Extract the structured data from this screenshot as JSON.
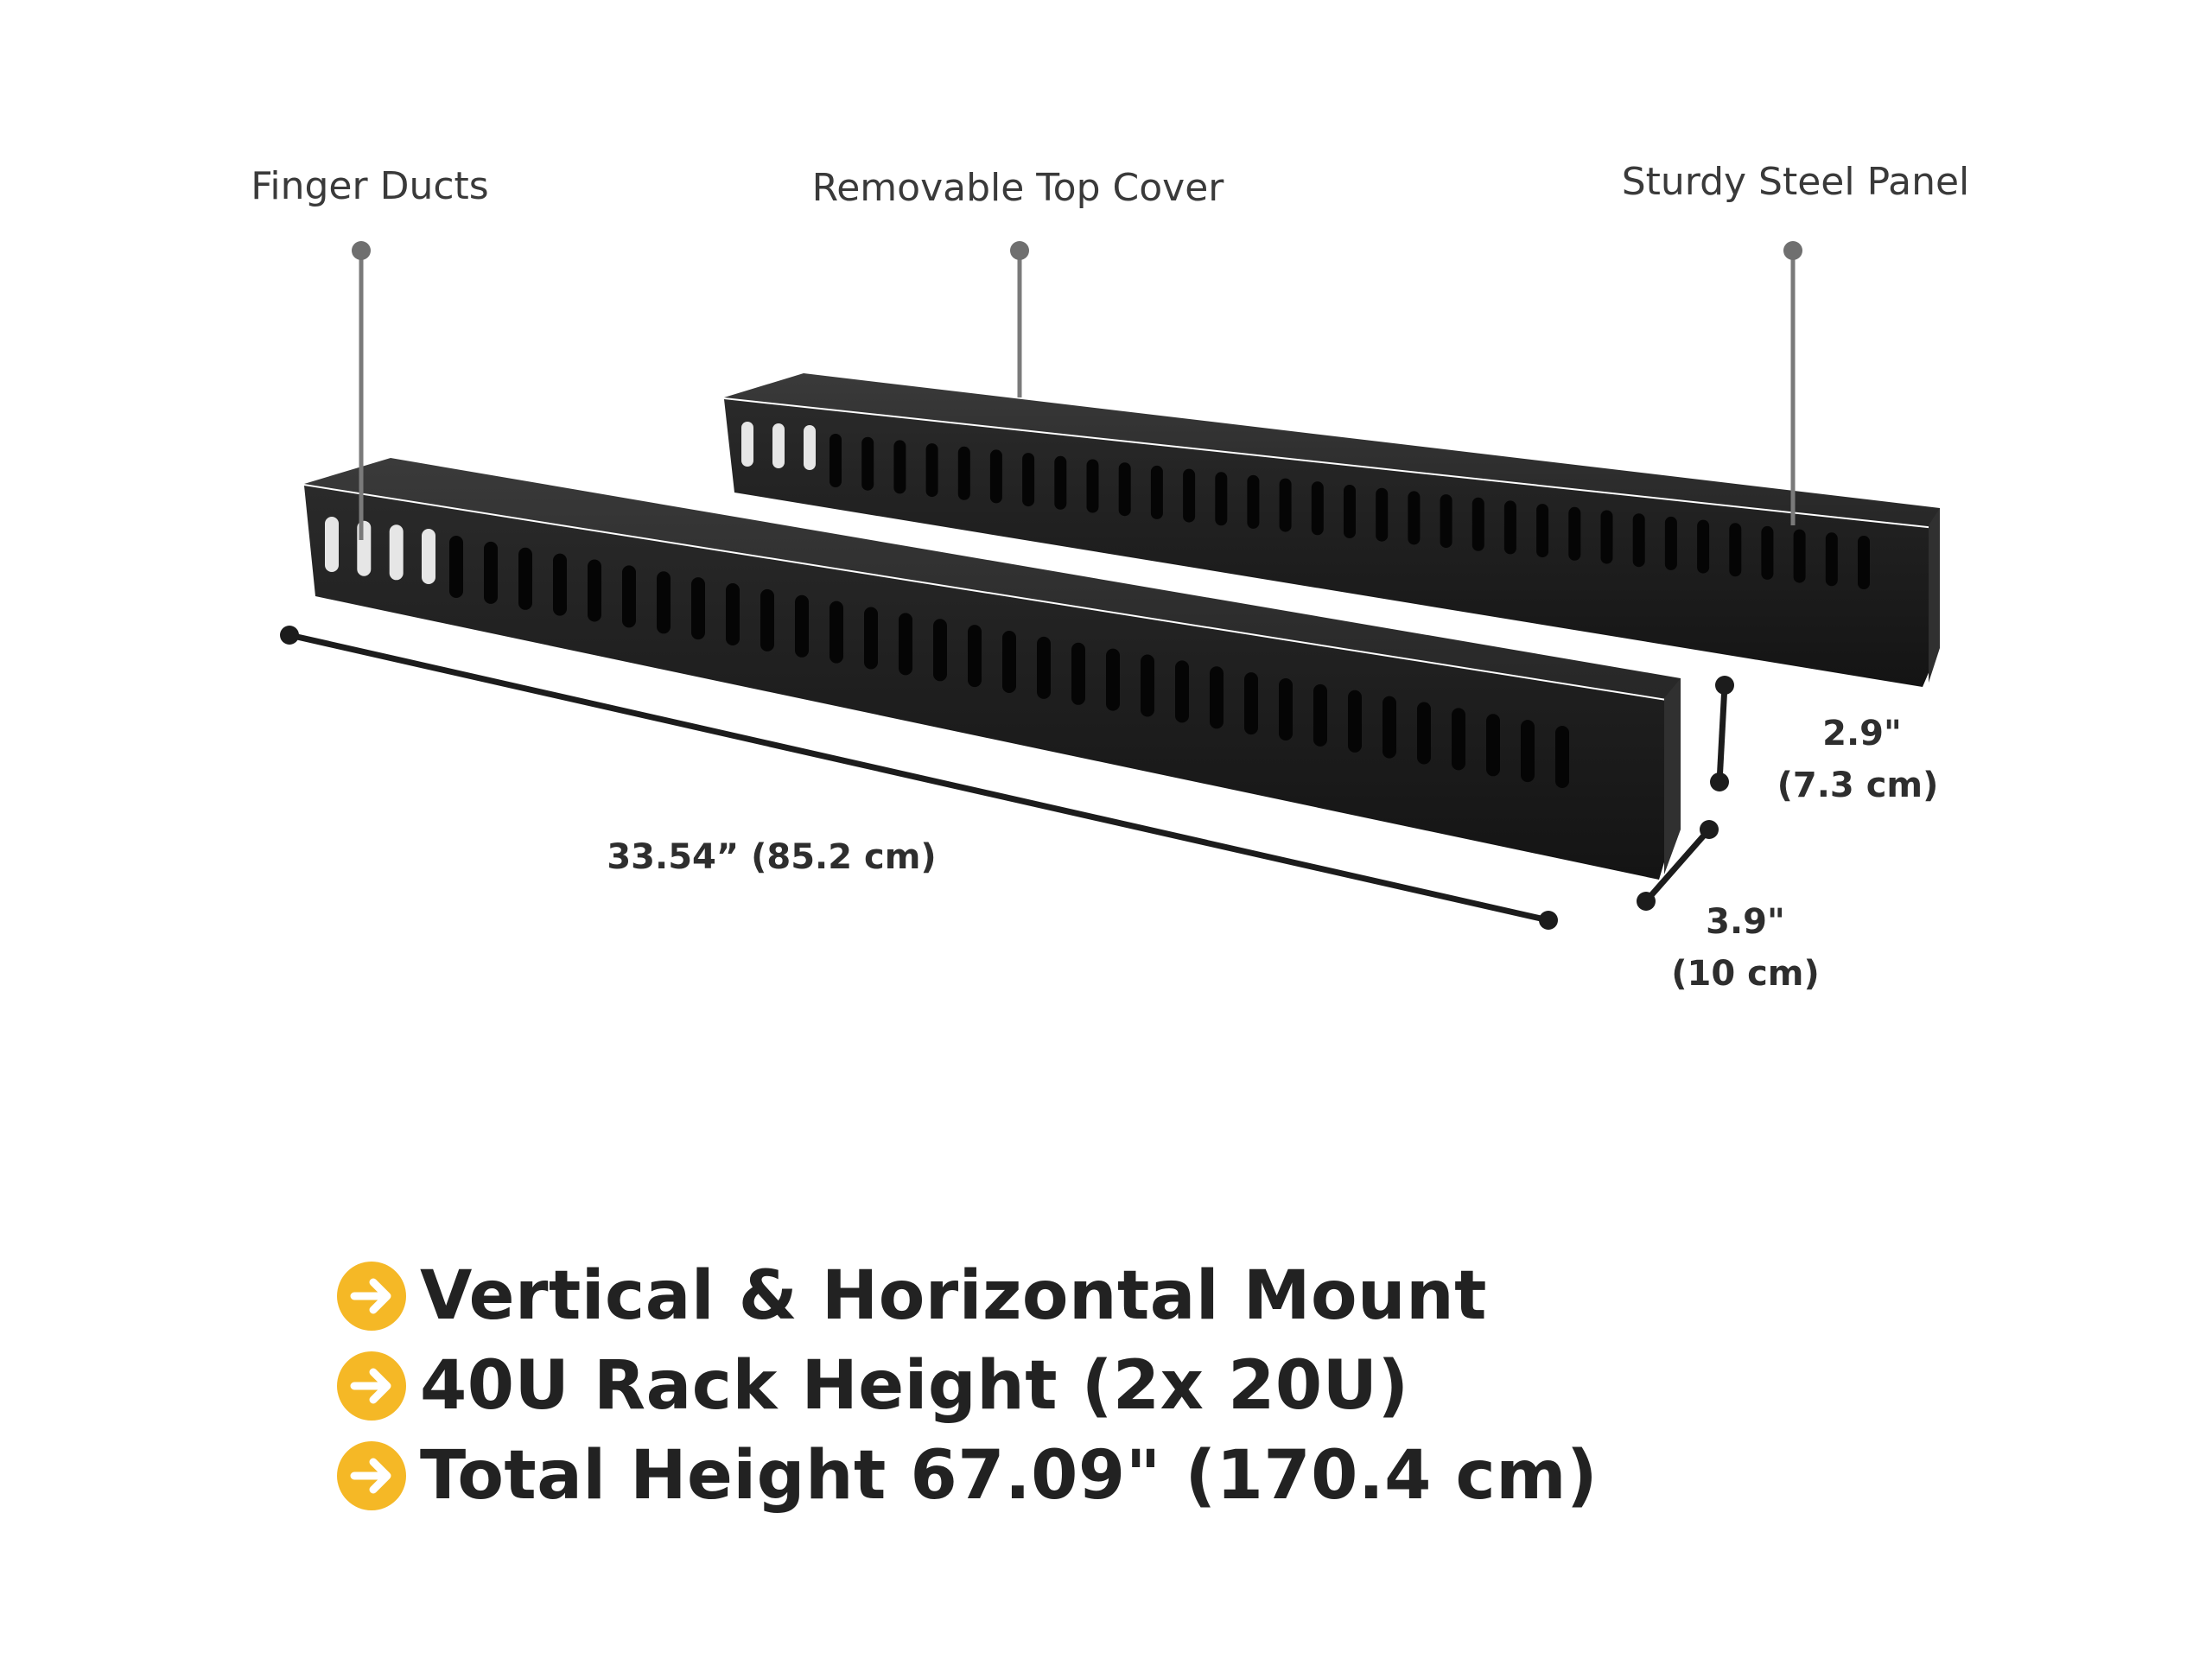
{
  "callouts": {
    "finger_ducts": "Finger Ducts",
    "top_cover": "Removable Top Cover",
    "steel_panel": "Sturdy Steel Panel"
  },
  "dimensions": {
    "length": "33.54” (85.2 cm)",
    "height_in": "2.9\"",
    "height_cm": "(7.3 cm)",
    "width_in": "3.9\"",
    "width_cm": "(10 cm)"
  },
  "features": [
    "Vertical & Horizontal Mount",
    "40U Rack Height (2x 20U)",
    "Total Height 67.09\" (170.4 cm)"
  ],
  "colors": {
    "accent": "#f5b826",
    "panel": "#1c1c1c",
    "text": "#222222"
  },
  "icons": {
    "bullet": "arrow-right-circle-icon"
  }
}
